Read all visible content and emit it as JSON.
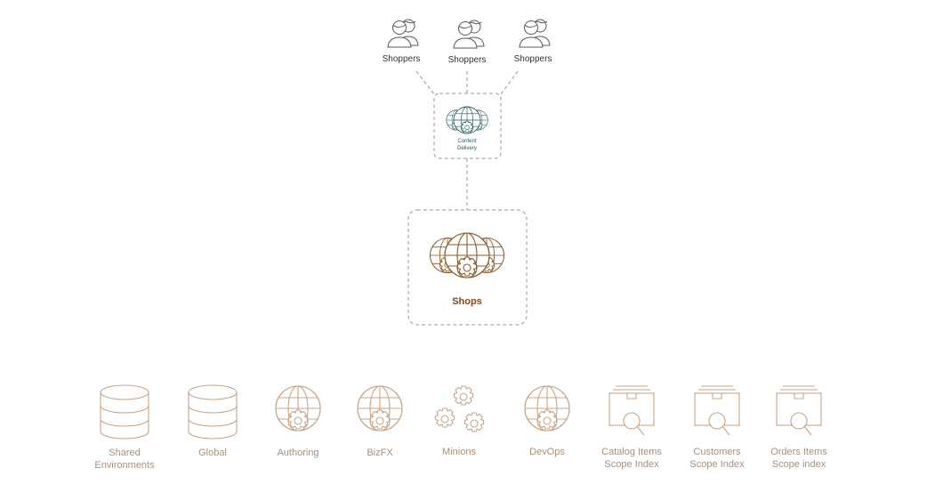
{
  "shoppers": [
    {
      "label": "Shoppers"
    },
    {
      "label": "Shoppers"
    },
    {
      "label": "Shoppers"
    }
  ],
  "content_delivery": {
    "line1": "Content",
    "line2": "Delivery"
  },
  "shops": {
    "label": "Shops"
  },
  "services": [
    {
      "line1": "Shared",
      "line2": "Environments",
      "icon": "database-icon"
    },
    {
      "line1": "Global",
      "line2": "",
      "icon": "database-icon"
    },
    {
      "line1": "Authoring",
      "line2": "",
      "icon": "globe-gear-icon"
    },
    {
      "line1": "BizFX",
      "line2": "",
      "icon": "globe-gear-icon"
    },
    {
      "line1": "Minions",
      "line2": "",
      "icon": "gears-icon"
    },
    {
      "line1": "DevOps",
      "line2": "",
      "icon": "globe-gear-icon"
    },
    {
      "line1": "Catalog Items",
      "line2": "Scope Index",
      "icon": "search-index-icon"
    },
    {
      "line1": "Customers",
      "line2": "Scope Index",
      "icon": "search-index-icon"
    },
    {
      "line1": "Orders Items",
      "line2": "Scope index",
      "icon": "search-index-icon"
    }
  ],
  "colors": {
    "dashed": "#9a9a9a",
    "people": "#5a5a5a",
    "teal": "#1f5a5a",
    "brown": "#8a5a2a",
    "tan": "#c9a488",
    "tan_text": "#a88e7c"
  }
}
